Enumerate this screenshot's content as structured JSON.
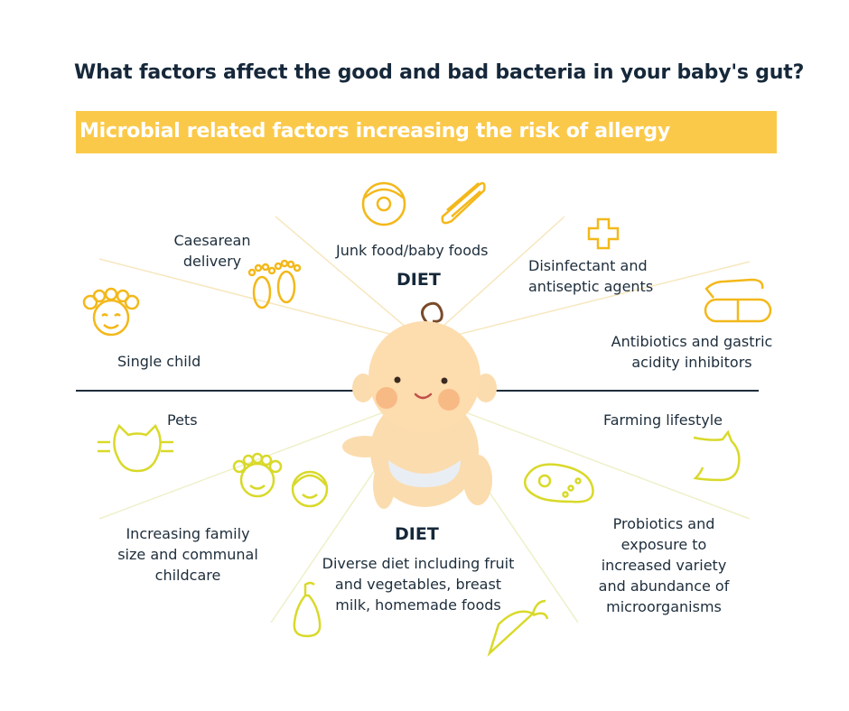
{
  "title": "What factors affect the good and bad bacteria in your baby's gut?",
  "banner": "Microbial related factors increasing the risk of allergy",
  "top": {
    "junk_food": "Junk food/baby foods",
    "diet": "DIET",
    "caesarean": [
      "Caesarean",
      "delivery"
    ],
    "single_child": "Single child",
    "disinfectant": [
      "Disinfectant and",
      "antiseptic agents"
    ],
    "antibiotics": [
      "Antibiotics and gastric",
      "acidity inhibitors"
    ]
  },
  "bottom": {
    "pets": "Pets",
    "family": [
      "Increasing family",
      "size and communal",
      "childcare"
    ],
    "diet": "DIET",
    "diverse": [
      "Diverse diet including fruit",
      "and vegetables, breast",
      "milk, homemade foods"
    ],
    "farming": "Farming lifestyle",
    "probiotics": [
      "Probiotics and",
      "exposure to",
      "increased variety",
      "and abundance of",
      "microorganisms"
    ]
  },
  "colors": {
    "risk_icons": "#f3b81a",
    "protective_icons": "#d9d92a",
    "banner": "#fbc94a",
    "divider": "#1d2d3b"
  }
}
